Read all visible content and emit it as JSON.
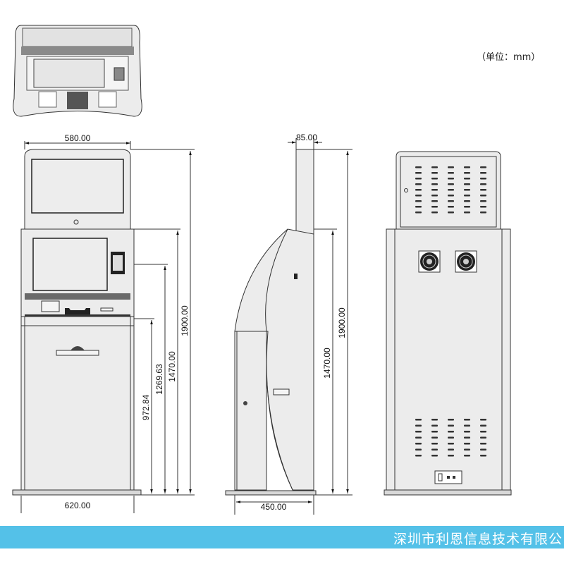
{
  "unit_label": "（单位：mm）",
  "company": "深圳市利恩信息技术有限公",
  "front_view": {
    "width_top": "580.00",
    "width_base": "620.00",
    "height_total": "1900.00",
    "height_middle": "1470.00",
    "height_card_reader": "1269.63",
    "height_counter": "972.84"
  },
  "side_view": {
    "column_depth": "85.00",
    "height_total": "1900.00",
    "height_middle": "1470.00",
    "depth_base": "450.00"
  },
  "colors": {
    "footer": "#54c1e8",
    "body": "#ececec",
    "line": "#333333"
  }
}
